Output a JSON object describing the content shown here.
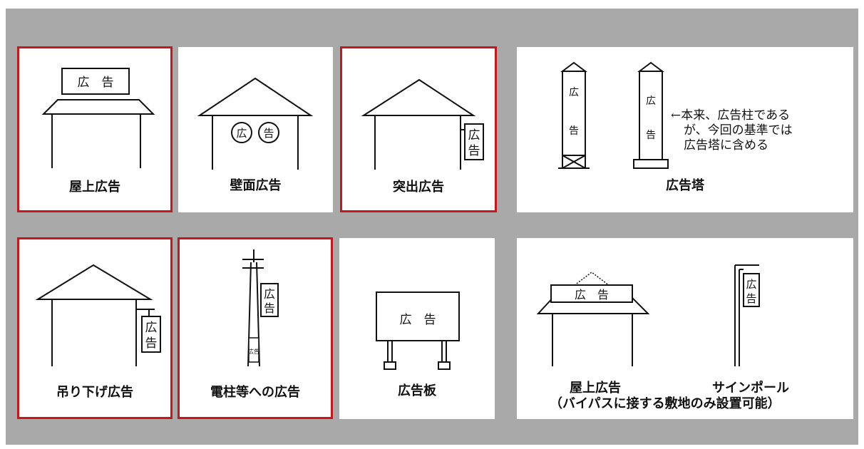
{
  "panels": {
    "rooftop": {
      "caption": "屋上広告",
      "sign": "広　告"
    },
    "wall": {
      "caption": "壁面広告",
      "char1": "広",
      "char2": "告"
    },
    "projecting": {
      "caption": "突出広告",
      "char1": "広",
      "char2": "告"
    },
    "tower": {
      "caption": "広告塔",
      "char1": "広",
      "char2": "告",
      "arrow": "←",
      "note_lines": [
        "本来、広告柱である",
        "が、今回の基準では",
        "広告塔に含める"
      ]
    },
    "hanging": {
      "caption": "吊り下げ広告",
      "char1": "広",
      "char2": "告"
    },
    "utility_pole": {
      "caption": "電柱等への広告",
      "char1": "広",
      "char2": "告",
      "small_tag": "広告"
    },
    "billboard": {
      "caption": "広告板",
      "sign": "広　告"
    },
    "bypass": {
      "caption_left": "屋上広告",
      "caption_right": "サインポール",
      "caption_note": "（バイパスに接する敷地のみ設置可能）",
      "roof_sign": "広　告",
      "char1": "広",
      "char2": "告"
    }
  },
  "colors": {
    "highlight_border": "#c8161d",
    "background": "#a9a9a9"
  }
}
